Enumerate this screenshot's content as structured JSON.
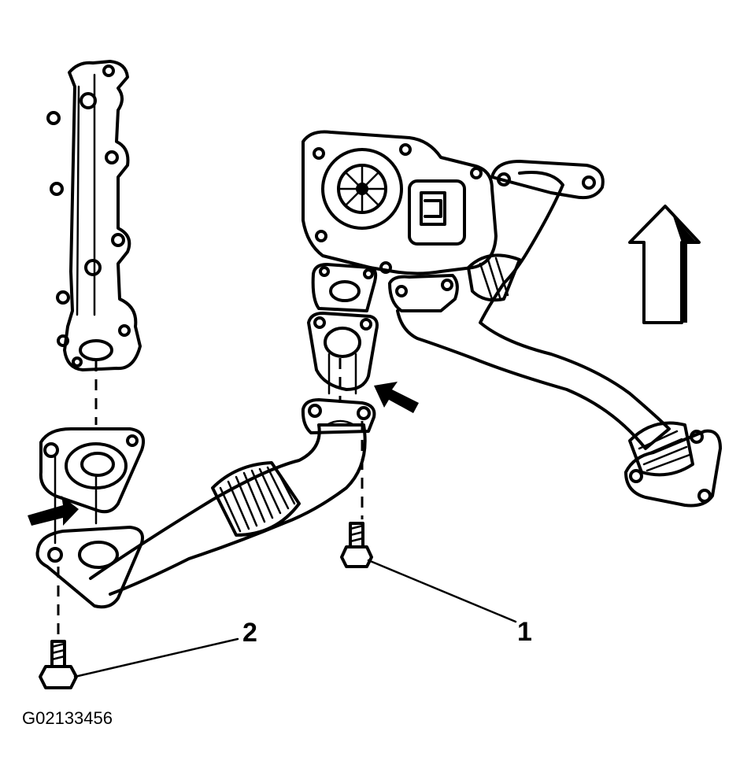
{
  "callouts": {
    "bolt_right": "1",
    "bolt_left": "2"
  },
  "figure_id": "G02133456",
  "colors": {
    "ink": "#000000",
    "paper": "#ffffff"
  },
  "icons": [
    "front-direction-arrow-icon",
    "gasket-pointer-arrow-icon"
  ]
}
